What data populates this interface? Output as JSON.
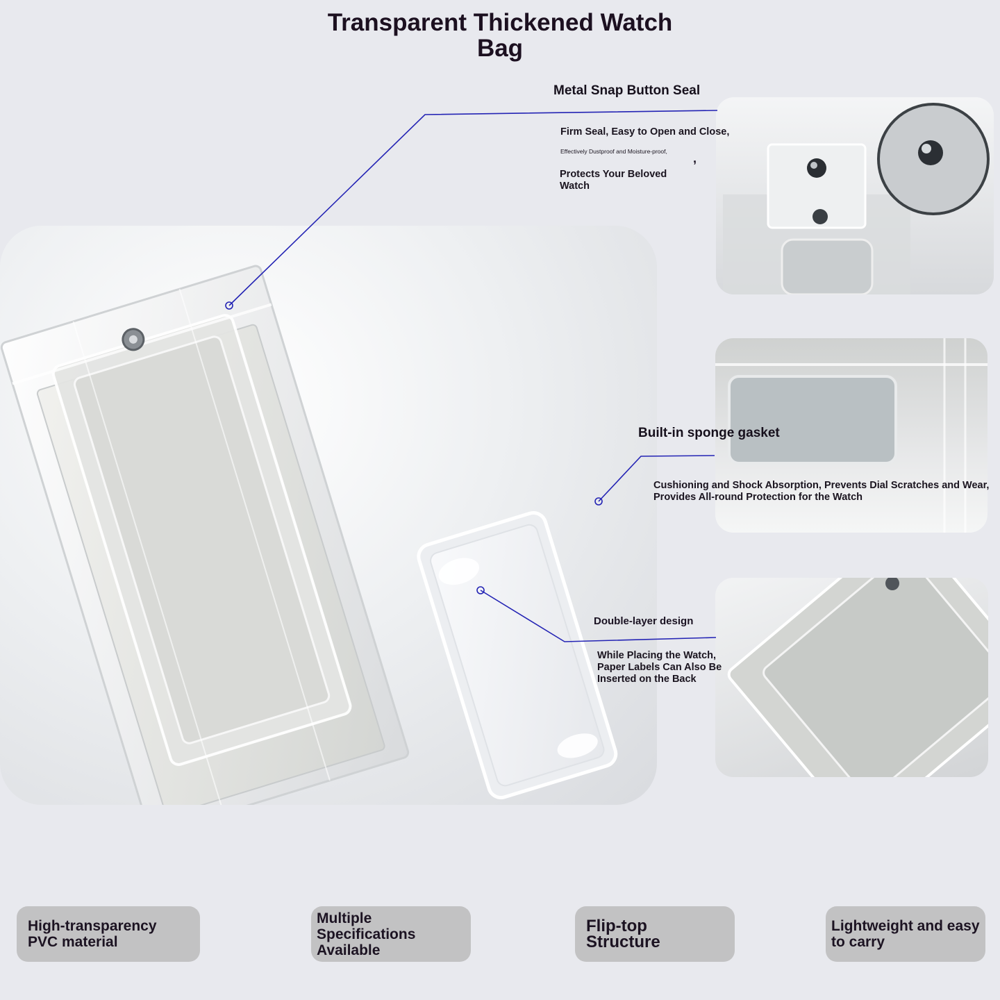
{
  "title": "Transparent Thickened Watch Bag",
  "callouts": {
    "snap": {
      "title": "Metal Snap Button Seal",
      "line1": "Firm Seal, Easy to Open and Close,",
      "line2": "Effectively Dustproof and Moisture-proof,",
      "comma": ",",
      "line3": "Protects Your Beloved Watch"
    },
    "sponge": {
      "title": "Built-in sponge gasket",
      "text": "Cushioning and Shock Absorption, Prevents Dial Scratches and Wear, Provides All-round Protection for the Watch"
    },
    "double": {
      "title": "Double-layer design",
      "text": "While Placing the Watch, Paper Labels Can Also Be Inserted on the Back"
    }
  },
  "features": [
    "High-transparency PVC material",
    "Multiple Specifications Available",
    "Flip-top Structure",
    "Lightweight and easy to carry"
  ],
  "colors": {
    "background": "#e8e9ee",
    "callout_line": "#2323b4",
    "pill": "#c2c2c3",
    "text": "#1c1020"
  }
}
